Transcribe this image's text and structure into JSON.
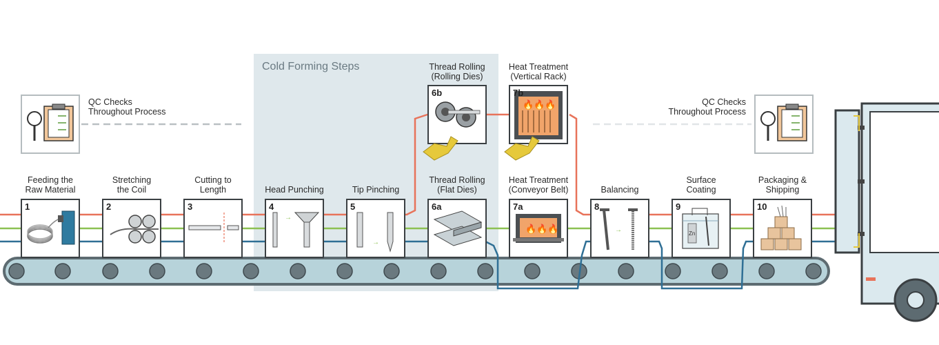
{
  "region": {
    "title": "Cold Forming Steps"
  },
  "qc_left": {
    "line1": "QC Checks",
    "line2": "Throughout Process"
  },
  "qc_right": {
    "line1": "QC Checks",
    "line2": "Throughout Process"
  },
  "steps": [
    {
      "num": "1",
      "line1": "Feeding the",
      "line2": "Raw Material"
    },
    {
      "num": "2",
      "line1": "Stretching",
      "line2": "the Coil"
    },
    {
      "num": "3",
      "line1": "Cutting to",
      "line2": "Length"
    },
    {
      "num": "4",
      "line1": "",
      "line2": "Head Punching"
    },
    {
      "num": "5",
      "line1": "",
      "line2": "Tip Pinching"
    },
    {
      "num": "6a",
      "line1": "Thread Rolling",
      "line2": "(Flat Dies)"
    },
    {
      "num": "7a",
      "line1": "Heat Treatment",
      "line2": "(Conveyor Belt)"
    },
    {
      "num": "8",
      "line1": "",
      "line2": "Balancing"
    },
    {
      "num": "9",
      "line1": "Surface",
      "line2": "Coating"
    },
    {
      "num": "10",
      "line1": "Packaging &",
      "line2": "Shipping"
    }
  ],
  "upper_steps": [
    {
      "num": "6b",
      "line1": "Thread Rolling",
      "line2": "(Rolling Dies)"
    },
    {
      "num": "7b",
      "line1": "Heat Treatment",
      "line2": "(Vertical Rack)"
    }
  ],
  "coating_label": "Zn",
  "colors": {
    "orange": "#e8735a",
    "green": "#8cc152",
    "blue": "#2f6f95",
    "region": "#dfe8ec",
    "belt": "#b7d3da",
    "roller": "#5d6b71",
    "truck": "#dbe9ee",
    "yellow": "#e6c93b"
  }
}
